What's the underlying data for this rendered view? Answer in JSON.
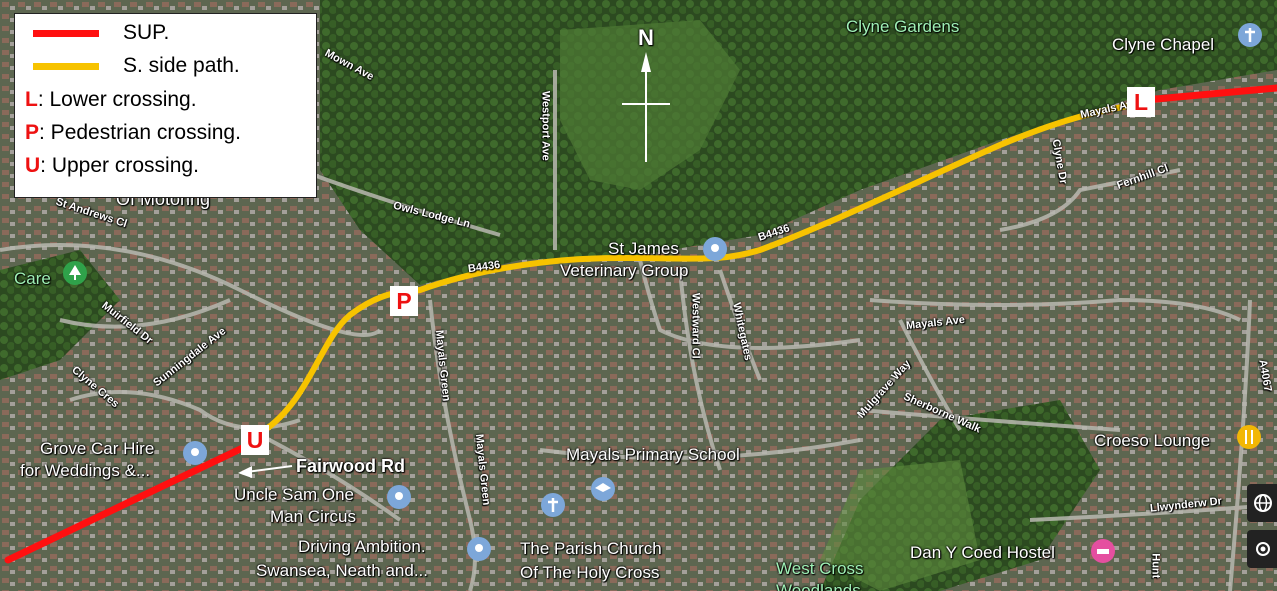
{
  "legend": {
    "sup_label": "SUP.",
    "side_label": "S. side path.",
    "lower_letter": "L",
    "lower_text": ": Lower crossing.",
    "ped_letter": "P",
    "ped_text": ": Pedestrian crossing.",
    "upper_letter": "U",
    "upper_text": ": Upper crossing.",
    "sup_color": "#ff1010",
    "side_color": "#f7c300"
  },
  "north": "N",
  "markers": {
    "lower": "L",
    "pedestrian": "P",
    "upper": "U"
  },
  "annotation": "Fairwood Rd",
  "roads": {
    "mayals_ave_top": "Mayals Ave",
    "mown_ave": "Mown Ave",
    "westport_ave": "Westport Ave",
    "owls_lodge": "Owls Lodge Ln",
    "st_andrews": "St Andrews Cl",
    "b4436_left": "B4436",
    "b4436_right": "B4436",
    "muirfield": "Muirfield Dr",
    "sunningdale": "Sunningdale Ave",
    "clyne_cres": "Clyne Cres",
    "mayals_green_1": "Mayals Green",
    "mayals_green_2": "Mayals Green",
    "westward": "Westward Cl",
    "whitegates": "Whitegates",
    "mayals_ave_right": "Mayals Ave",
    "mulgrave": "Mulgrave Way",
    "sherborne": "Sherborne Walk",
    "clyne_dr": "Clyne Dr",
    "fernhill": "Fernhill Cl",
    "llwynderw": "Llwynderw Dr",
    "a4067": "A4067",
    "hunt": "Hunt"
  },
  "places": {
    "clyne_gardens": "Clyne Gardens",
    "clyne_chapel": "Clyne Chapel",
    "of_motoring": "Of Motoring",
    "care": "Care",
    "st_james_1": "St James",
    "st_james_2": "Veterinary Group",
    "grove_1": "Grove Car Hire",
    "grove_2": "for Weddings &...",
    "uncle_1": "Uncle Sam One",
    "uncle_2": "Man Circus",
    "driving_1": "Driving Ambition.",
    "driving_2": "Swansea, Neath and...",
    "parish_1": "The Parish Church",
    "parish_2": "Of The Holy Cross",
    "mayals_school": "Mayals Primary School",
    "croeso": "Croeso Lounge",
    "dan_y_coed": "Dan Y Coed Hostel",
    "west_cross_1": "West Cross",
    "west_cross_2": "Woodlands"
  }
}
